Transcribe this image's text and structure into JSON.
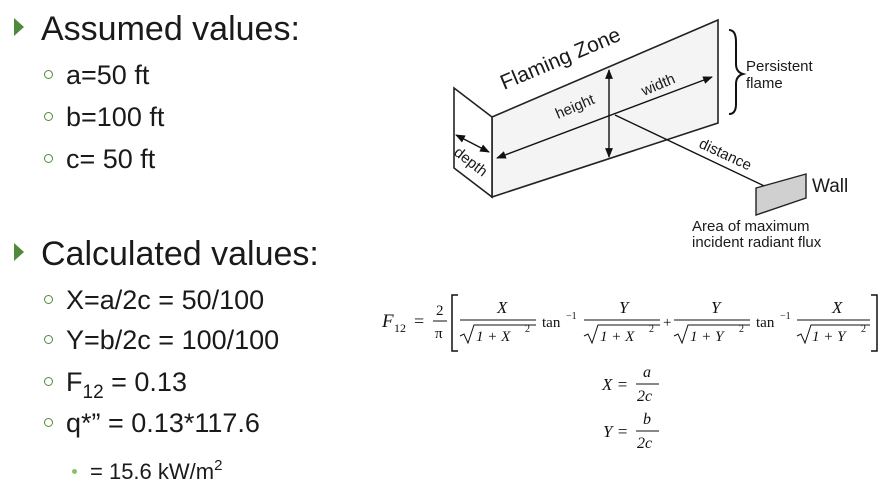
{
  "assumed": {
    "heading": "Assumed values:",
    "items": [
      "a=50 ft",
      "b=100 ft",
      "c= 50 ft"
    ]
  },
  "calculated": {
    "heading": "Calculated values:",
    "x_line": "X=a/2c = 50/100",
    "y_line": "Y=b/2c = 100/100",
    "f_prefix": "F",
    "f_sub": "12",
    "f_value": " = 0.13",
    "q_line": "q*” = 0.13*117.6",
    "q_result_prefix": "= 15.6 kW/m",
    "q_result_exp": "2"
  },
  "diagram": {
    "flaming_zone": "Flaming Zone",
    "height": "height",
    "width": "width",
    "depth": "depth",
    "distance": "distance",
    "persistent": "Persistent",
    "flame": "flame",
    "wall": "Wall",
    "area_line1": "Area of maximum",
    "area_line2": "incident radiant flux"
  },
  "equation": {
    "f12_symbol": "F",
    "f12_sub": "12",
    "equals": "=",
    "two": "2",
    "pi": "π",
    "x": "X",
    "y": "Y",
    "sqrt_x": "1 + X",
    "sqrt_y": "1 + Y",
    "sq": "2",
    "tan": "tan",
    "inv": "−1",
    "plus": "+",
    "x_def_lhs": "X =",
    "x_def_num": "a",
    "x_def_den": "2c",
    "y_def_lhs": "Y =",
    "y_def_num": "b",
    "y_def_den": "2c"
  }
}
